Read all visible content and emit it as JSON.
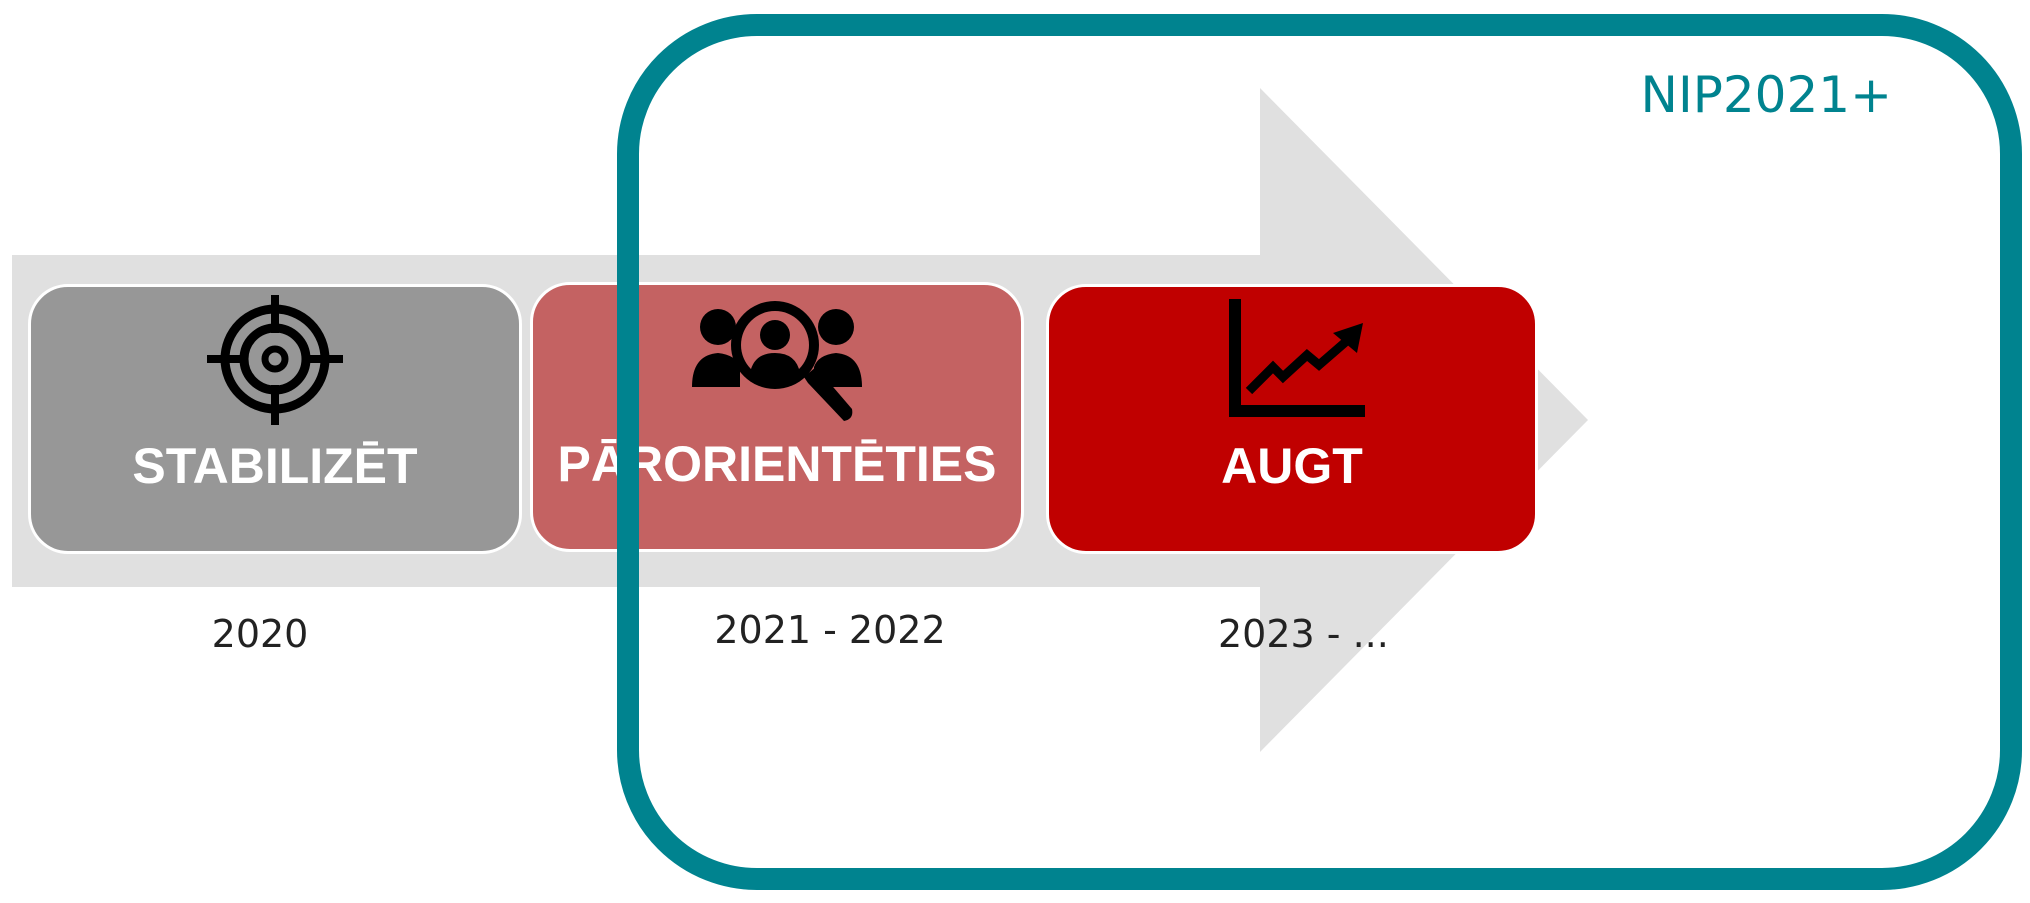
{
  "frame": {
    "label": "NIP2021+",
    "color": "#00838f"
  },
  "arrow": {
    "color": "#e0e0e0"
  },
  "phases": [
    {
      "label": "STABILIZĒT",
      "period": "2020",
      "icon": "target-crosshair-icon",
      "color": "#979797"
    },
    {
      "label": "PĀRORIENTĒTIES",
      "period": "2021 - 2022",
      "icon": "people-search-icon",
      "color": "#c46262"
    },
    {
      "label": "AUGT",
      "period": "2023 - ...",
      "icon": "growth-chart-icon",
      "color": "#c00000"
    }
  ]
}
